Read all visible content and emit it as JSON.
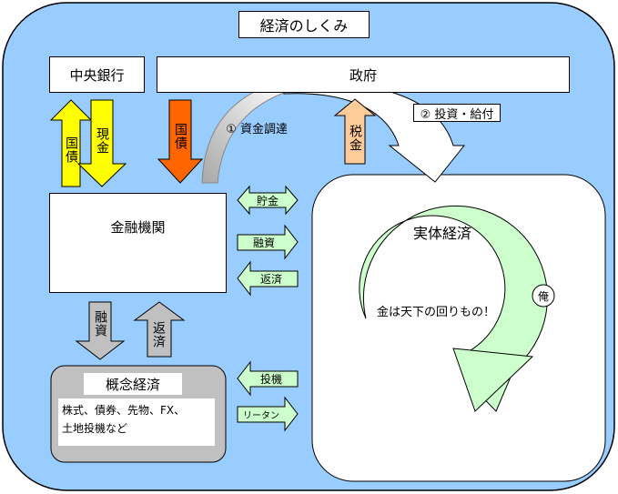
{
  "title": "経済のしくみ",
  "central_bank": "中央銀行",
  "government": "政府",
  "financial_institution": "金融機関",
  "real_economy": "実体経済",
  "conceptual_economy": {
    "title": "概念経済",
    "description_line1": "株式、債券、先物、FX、",
    "description_line2": "土地投機など"
  },
  "circle_note": "金は天下の回りもの！",
  "me_label": "俺",
  "arrows": {
    "gov_bond_up": "国債",
    "cash_down": "現金",
    "gov_bond_down": "国債",
    "fund_raising": "① 資金調達",
    "tax": "税金",
    "invest_pay": "② 投資・給付",
    "savings": "貯金",
    "lending_right": "融資",
    "repay_left": "返済",
    "lending_down": "融資",
    "repay_up": "返済",
    "speculation": "投機",
    "return": "リータン"
  },
  "colors": {
    "outer_bg": "#99ccff",
    "yellow": "#ffff00",
    "orange": "#ff6600",
    "tax_orange": "#ffcc99",
    "light_green": "#ccffcc",
    "gray_arrow": "#c0c0c0",
    "concept_bg": "#c0c0c0"
  }
}
